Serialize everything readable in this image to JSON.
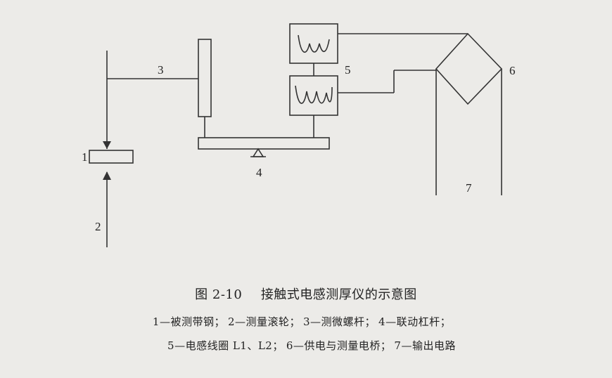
{
  "labels": {
    "l1": "1",
    "l2": "2",
    "l3": "3",
    "l4": "4",
    "l5": "5",
    "l6": "6",
    "l7": "7"
  },
  "caption": {
    "figure_no": "图 2-10",
    "title": "接触式电感测厚仪的示意图"
  },
  "legend": {
    "row1": [
      "1—被测带钢；",
      "2—测量滚轮；",
      "3—测微螺杆；",
      "4—联动杠杆；"
    ],
    "row2": [
      "5—电感线圈 L1、L2；",
      "6—供电与测量电桥；",
      "7—输出电路"
    ]
  }
}
